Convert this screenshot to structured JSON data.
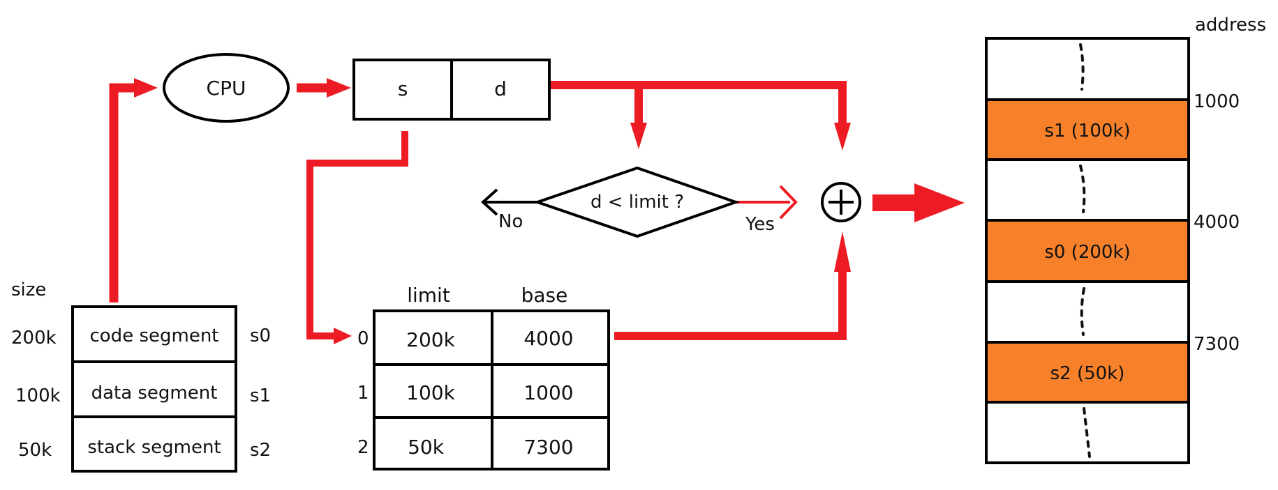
{
  "colors": {
    "arrow": "#ed1c24",
    "segment_fill": "#f7812b",
    "outline": "#000000"
  },
  "cpu": {
    "label": "CPU"
  },
  "logical_address": {
    "s": "s",
    "d": "d"
  },
  "decision": {
    "label": "d < limit ?",
    "no": "No",
    "yes": "Yes"
  },
  "adder": {
    "icon": "plus-circle-icon"
  },
  "segments": {
    "size_header": "size",
    "rows": [
      {
        "size": "200k",
        "name": "code segment",
        "id": "s0"
      },
      {
        "size": "100k",
        "name": "data segment",
        "id": "s1"
      },
      {
        "size": "50k",
        "name": "stack segment",
        "id": "s2"
      }
    ]
  },
  "segment_table": {
    "headers": [
      "limit",
      "base"
    ],
    "rows": [
      {
        "index": "0",
        "limit": "200k",
        "base": "4000"
      },
      {
        "index": "1",
        "limit": "100k",
        "base": "1000"
      },
      {
        "index": "2",
        "limit": "50k",
        "base": "7300"
      }
    ]
  },
  "memory": {
    "address_header": "address",
    "blocks": [
      {
        "label": "",
        "filled": false
      },
      {
        "label": "s1 (100k)",
        "filled": true
      },
      {
        "label": "",
        "filled": false
      },
      {
        "label": "s0 (200k)",
        "filled": true
      },
      {
        "label": "",
        "filled": false
      },
      {
        "label": "s2 (50k)",
        "filled": true
      },
      {
        "label": "",
        "filled": false
      }
    ],
    "addresses": [
      "1000",
      "4000",
      "7300"
    ]
  }
}
